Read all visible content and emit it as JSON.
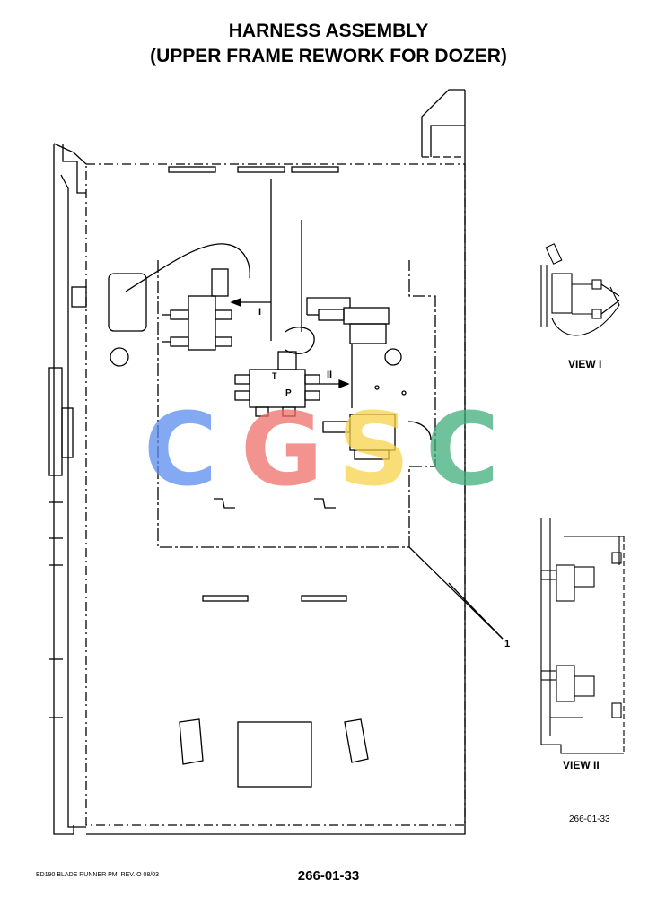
{
  "header": {
    "title_line1": "HARNESS ASSEMBLY",
    "title_line2": "(UPPER FRAME REWORK FOR DOZER)"
  },
  "views": {
    "view1_label": "VIEW I",
    "view2_label": "VIEW II"
  },
  "callouts": {
    "item_1": "1",
    "arrow_i": "I",
    "arrow_ii": "II",
    "port_t": "T",
    "port_p": "P"
  },
  "drawing_number": "266-01-33",
  "footer": {
    "left_text": "ED190 BLADE RUNNER PM,  REV. O  08/03",
    "page_number": "266-01-33"
  },
  "watermark": {
    "text": "CGSC",
    "colors": [
      "#5b8def",
      "#ef6f6a",
      "#f7d44c",
      "#3fae7a"
    ]
  }
}
